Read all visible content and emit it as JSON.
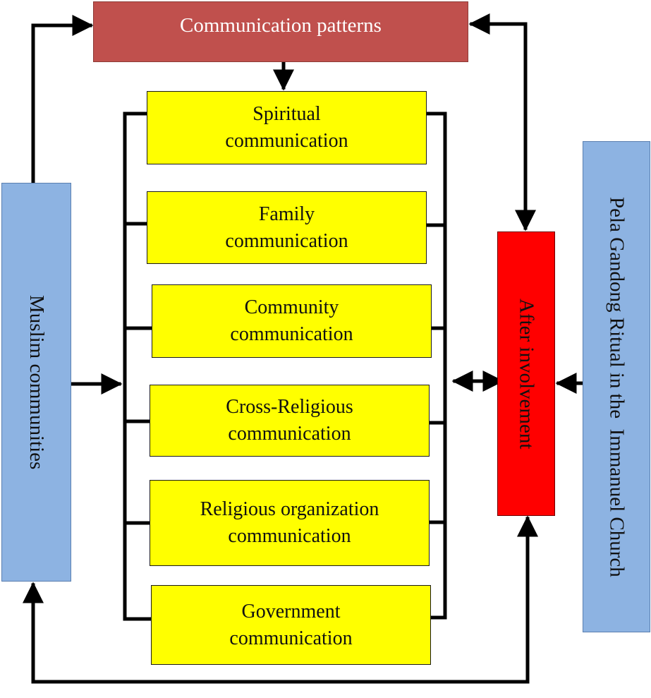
{
  "diagram": {
    "top": {
      "label": "Communication patterns"
    },
    "communications": [
      {
        "line1": "Spiritual",
        "line2": "communication"
      },
      {
        "line1": "Family",
        "line2": "communication"
      },
      {
        "line1": "Community",
        "line2": "communication"
      },
      {
        "line1": "Cross-Religious",
        "line2": "communication"
      },
      {
        "line1": "Religious organization",
        "line2": "communication"
      },
      {
        "line1": "Government",
        "line2": "communication"
      }
    ],
    "left": {
      "label": "Muslim communities"
    },
    "center_right": {
      "label": "After involvement"
    },
    "right": {
      "label": "Pela Gandong Ritual in the  Immanuel Church"
    }
  },
  "colors": {
    "top_box": "#c0504d",
    "communication_box": "#ffff00",
    "side_box": "#8db3e2",
    "after_box": "#ff0000",
    "lines": "#000000"
  }
}
